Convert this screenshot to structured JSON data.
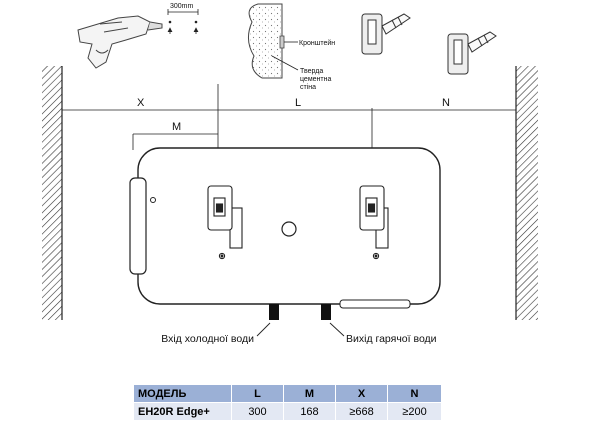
{
  "install": {
    "spacing_label": "300mm",
    "bracket_label": "Кронштейн",
    "wall_label_line1": "Тверда",
    "wall_label_line2": "цементна",
    "wall_label_line3": "стіна"
  },
  "dimensions": {
    "x_label": "X",
    "l_label": "L",
    "n_label": "N",
    "m_label": "M"
  },
  "labels": {
    "cold_water_inlet": "Вхід холодної води",
    "hot_water_outlet": "Вихід гарячої води"
  },
  "table": {
    "headers": [
      "МОДЕЛЬ",
      "L",
      "M",
      "X",
      "N"
    ],
    "rows": [
      [
        "EH20R Edge+",
        "300",
        "168",
        "≥668",
        "≥200"
      ]
    ],
    "header_color": "#9bb0d6",
    "row_color": "#e3e8f3"
  }
}
